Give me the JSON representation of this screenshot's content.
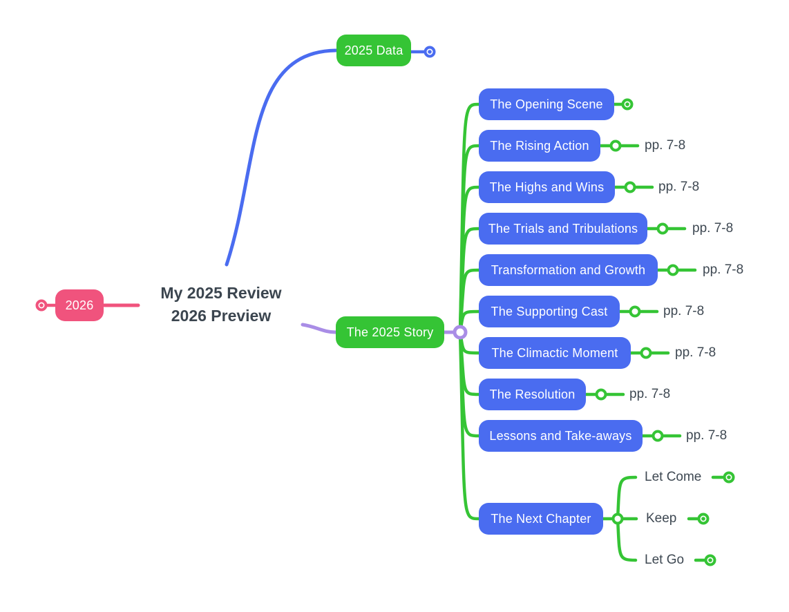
{
  "colors": {
    "background": "#ffffff",
    "green": "#35c435",
    "blue": "#4a6cf0",
    "pink": "#f0537d",
    "purple": "#a98de6",
    "title_text": "#3b454f",
    "label_text": "#3e4852",
    "node_text": "#ffffff"
  },
  "icons": {
    "collapsed_toggle": "circle-dot-icon",
    "expanded_toggle": "circle-ring-icon"
  },
  "root": {
    "line1": "My 2025 Review",
    "line2": "2026 Preview"
  },
  "branches": {
    "future": {
      "label": "2026"
    },
    "data": {
      "label": "2025 Data"
    },
    "story": {
      "label": "The 2025 Story",
      "children": [
        {
          "label": "The Opening Scene"
        },
        {
          "label": "The Rising Action",
          "note": "pp. 7-8"
        },
        {
          "label": "The Highs and Wins",
          "note": "pp. 7-8"
        },
        {
          "label": "The Trials and Tribulations",
          "note": "pp. 7-8"
        },
        {
          "label": "Transformation and Growth",
          "note": "pp. 7-8"
        },
        {
          "label": "The Supporting Cast",
          "note": "pp. 7-8"
        },
        {
          "label": "The Climactic Moment",
          "note": "pp. 7-8"
        },
        {
          "label": "The Resolution",
          "note": "pp. 7-8"
        },
        {
          "label": "Lessons and Take-aways",
          "note": "pp. 7-8"
        },
        {
          "label": "The Next Chapter",
          "children": [
            {
              "label": "Let Come"
            },
            {
              "label": "Keep"
            },
            {
              "label": "Let Go"
            }
          ]
        }
      ]
    }
  }
}
